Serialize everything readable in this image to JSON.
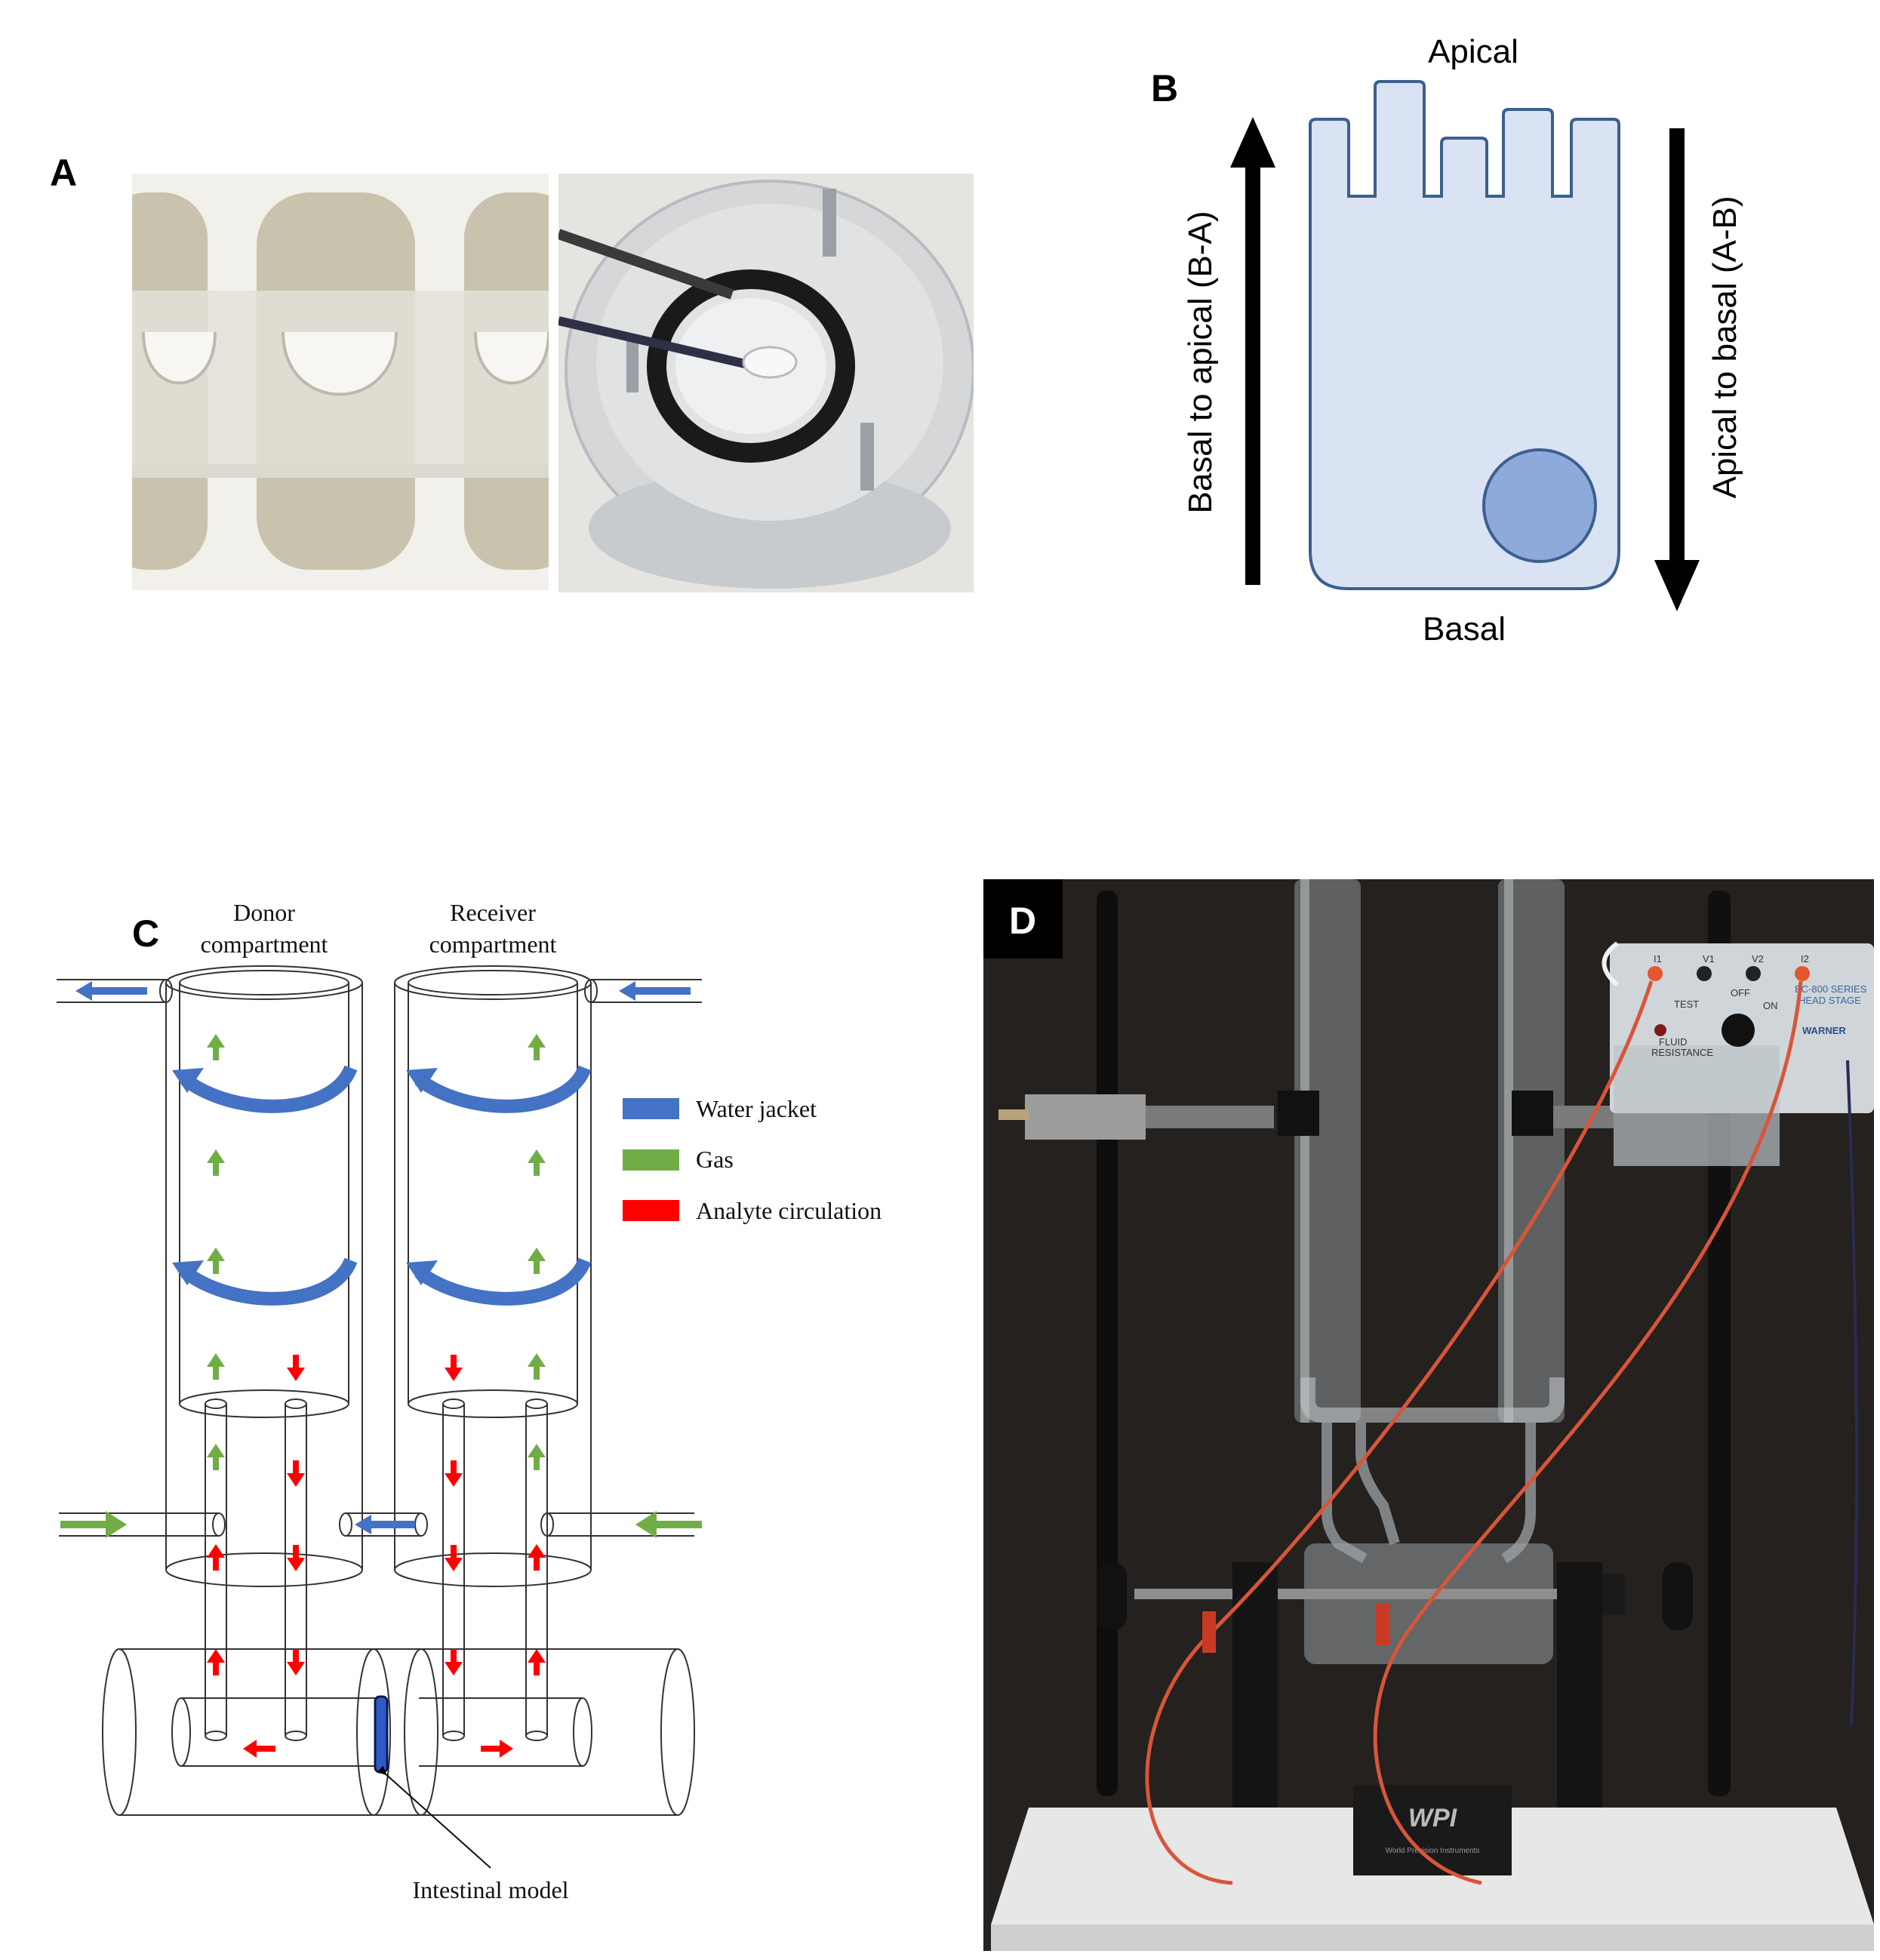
{
  "panel_a": {
    "letter": "A"
  },
  "panel_b": {
    "letter": "B",
    "apical": "Apical",
    "basal": "Basal",
    "left_arrow_label": "Basal to apical (B-A)",
    "right_arrow_label": "Apical to basal (A-B)",
    "cell_fill": "#dae3f3",
    "cell_stroke": "#3c5f91",
    "nucleus_fill": "#8eaadb"
  },
  "panel_c": {
    "letter": "C",
    "donor_label_line1": "Donor",
    "donor_label_line2": "compartment",
    "receiver_label_line1": "Receiver",
    "receiver_label_line2": "compartment",
    "legend": [
      {
        "label": "Water jacket",
        "color": "#4472c4"
      },
      {
        "label": "Gas",
        "color": "#70ad47"
      },
      {
        "label": "Analyte circulation",
        "color": "#ff0000"
      }
    ],
    "intestinal_model_label": "Intestinal model"
  },
  "panel_d": {
    "letter": "D",
    "device_small_text": [
      "I1",
      "V1",
      "V2",
      "I2",
      "TEST",
      "OFF",
      "ON",
      "FLUID",
      "RESISTANCE",
      "EC-800 SERIES",
      "HEAD STAGE",
      "WARNER"
    ],
    "logo_text": "WPI",
    "base_text": "World Precision Instruments"
  }
}
